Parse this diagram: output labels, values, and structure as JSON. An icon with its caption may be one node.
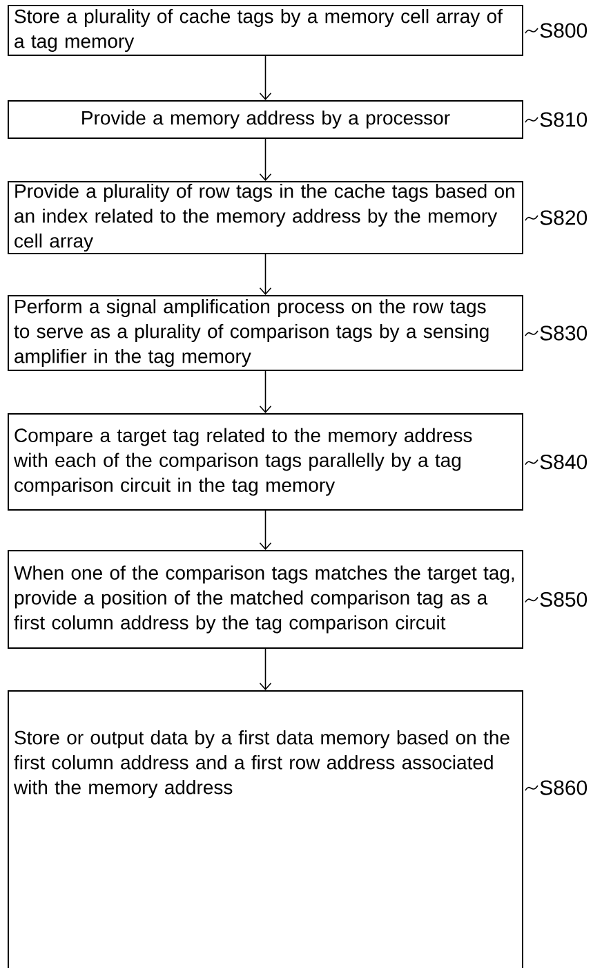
{
  "diagram": {
    "nodes": [
      {
        "text": [
          "Store a plurality of cache tags by a memory cell array of a tag memory"
        ],
        "beside": [
          "S800"
        ]
      },
      {
        "text": [
          "Provide a memory address by a processor"
        ],
        "beside": [
          "S810"
        ]
      },
      {
        "text": [
          "Provide a plurality of row tags in the cache tags based on an index related to the memory address by the memory cell array"
        ],
        "beside": [
          "S820"
        ]
      },
      {
        "text": [
          "Perform a signal amplification process on the row tags to serve as a plurality of comparison tags by a sensing amplifier in the tag memory"
        ],
        "beside": [
          "S830"
        ]
      },
      {
        "text": [
          "Compare a target tag related to the memory address with each of the comparison tags parallelly by a tag comparison circuit in the tag memory"
        ],
        "beside": [
          "S840"
        ]
      },
      {
        "text": [
          "When one of the comparison tags matches the target tag, provide a position of the matched comparison tag as a first column address by the tag comparison circuit"
        ],
        "beside": [
          "S850"
        ]
      },
      {
        "text": [
          "Store or output data by a first data memory based on the first column address and a first row address associated with the memory address"
        ],
        "beside": [
          "S860"
        ]
      }
    ],
    "edges": [
      {
        "from": 0,
        "to": 1,
        "arrow": "to"
      },
      {
        "from": 1,
        "to": 2,
        "arrow": "to"
      },
      {
        "from": 2,
        "to": 3,
        "arrow": "to"
      },
      {
        "from": 3,
        "to": 4,
        "arrow": "to"
      },
      {
        "from": 4,
        "to": 5,
        "arrow": "to"
      },
      {
        "from": 5,
        "to": 6,
        "arrow": "to"
      }
    ]
  }
}
